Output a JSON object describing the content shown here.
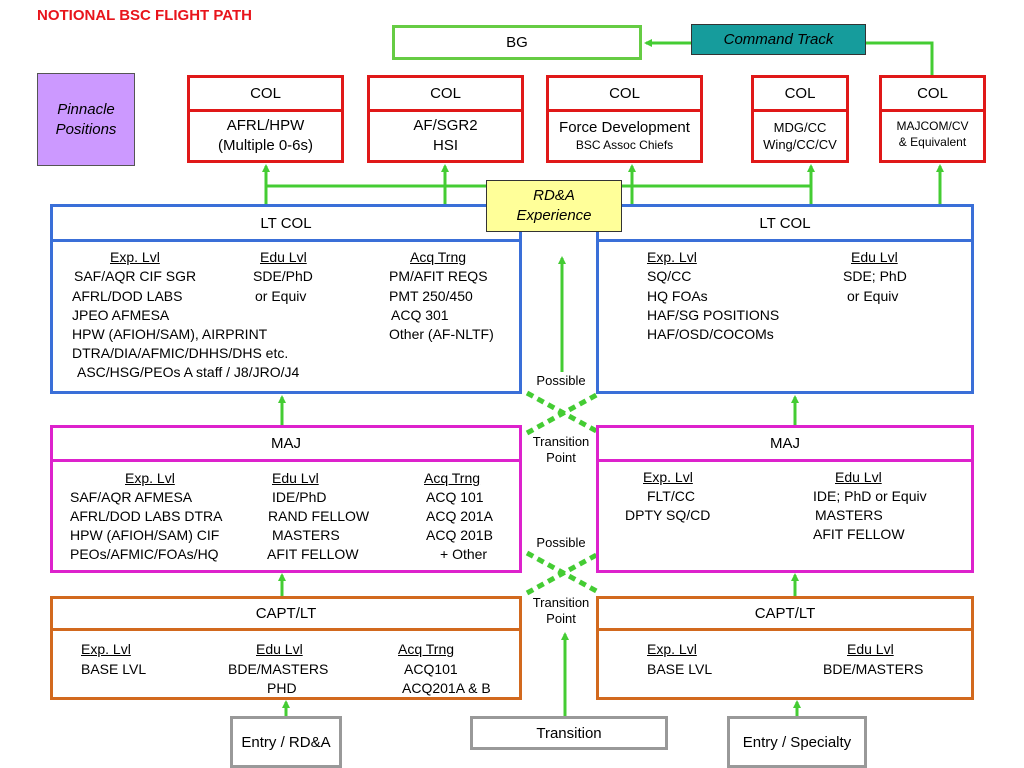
{
  "title": "NOTIONAL BSC FLIGHT PATH",
  "pinnacle": {
    "line1": "Pinnacle",
    "line2": "Positions"
  },
  "bg": "BG",
  "command_track": "Command Track",
  "col_header": "COL",
  "col_boxes": [
    {
      "line1": "AFRL/HPW",
      "line2": "(Multiple 0-6s)"
    },
    {
      "line1": "AF/SGR2",
      "line2": "HSI"
    },
    {
      "line1": "Force Development",
      "line2": "BSC Assoc Chiefs"
    },
    {
      "line1": "MDG/CC",
      "line2": "Wing/CC/CV"
    },
    {
      "line1": "MAJCOM/CV",
      "line2": "& Equivalent"
    }
  ],
  "rda": {
    "line1": "RD&A",
    "line2": "Experience"
  },
  "ltcol": {
    "header": "LT COL",
    "left": {
      "h_exp": "Exp. Lvl",
      "h_edu": "Edu Lvl",
      "h_acq": "Acq Trng",
      "exp": [
        "SAF/AQR  CIF  SGR",
        "AFRL/DOD LABS",
        "JPEO   AFMESA",
        "HPW (AFIOH/SAM),  AIRPRINT",
        "DTRA/DIA/AFMIC/DHHS/DHS etc.",
        "ASC/HSG/PEOs  A staff / J8/JRO/J4"
      ],
      "edu": [
        "SDE/PhD",
        "or Equiv"
      ],
      "acq": [
        "PM/AFIT REQS",
        "PMT 250/450",
        "ACQ 301",
        "Other (AF-NLTF)"
      ]
    },
    "right": {
      "h_exp": "Exp. Lvl",
      "h_edu": "Edu Lvl",
      "exp": [
        "SQ/CC",
        "HQ FOAs",
        "HAF/SG POSITIONS",
        "HAF/OSD/COCOMs"
      ],
      "edu": [
        "SDE; PhD",
        "or Equiv"
      ]
    }
  },
  "maj": {
    "header": "MAJ",
    "left": {
      "h_exp": "Exp. Lvl",
      "h_edu": "Edu Lvl",
      "h_acq": "Acq Trng",
      "exp": [
        "SAF/AQR   AFMESA",
        "AFRL/DOD LABS  DTRA",
        "HPW (AFIOH/SAM) CIF",
        "PEOs/AFMIC/FOAs/HQ"
      ],
      "edu": [
        "IDE/PhD",
        "RAND FELLOW",
        "MASTERS",
        "AFIT FELLOW"
      ],
      "acq": [
        "ACQ 101",
        "ACQ 201A",
        "ACQ 201B",
        "+ Other"
      ]
    },
    "right": {
      "h_exp": "Exp. Lvl",
      "h_edu": "Edu Lvl",
      "exp": [
        "FLT/CC",
        "DPTY SQ/CD"
      ],
      "edu": [
        "IDE; PhD or Equiv",
        "MASTERS",
        "AFIT FELLOW"
      ]
    }
  },
  "capt": {
    "header": "CAPT/LT",
    "left": {
      "h_exp": "Exp. Lvl",
      "h_edu": "Edu Lvl",
      "h_acq": "Acq Trng",
      "exp": [
        "BASE LVL"
      ],
      "edu": [
        "BDE/MASTERS",
        "PHD"
      ],
      "acq": [
        "ACQ101",
        "ACQ201A & B"
      ]
    },
    "right": {
      "h_exp": "Exp. Lvl",
      "h_edu": "Edu Lvl",
      "exp": [
        "BASE LVL"
      ],
      "edu": [
        "BDE/MASTERS"
      ]
    }
  },
  "possible": "Possible",
  "transition_line1": "Transition",
  "transition_line2": "Point",
  "entries": {
    "left": "Entry / RD&A",
    "middle": "Transition",
    "right": "Entry / Specialty"
  },
  "colors": {
    "red": "#e01818",
    "green": "#44cc33",
    "blue": "#3a6fd8",
    "magenta": "#dd22cc",
    "orange": "#d2691e",
    "teal": "#169c9c",
    "lavender": "#cc99ff",
    "yellow": "#ffff99"
  }
}
